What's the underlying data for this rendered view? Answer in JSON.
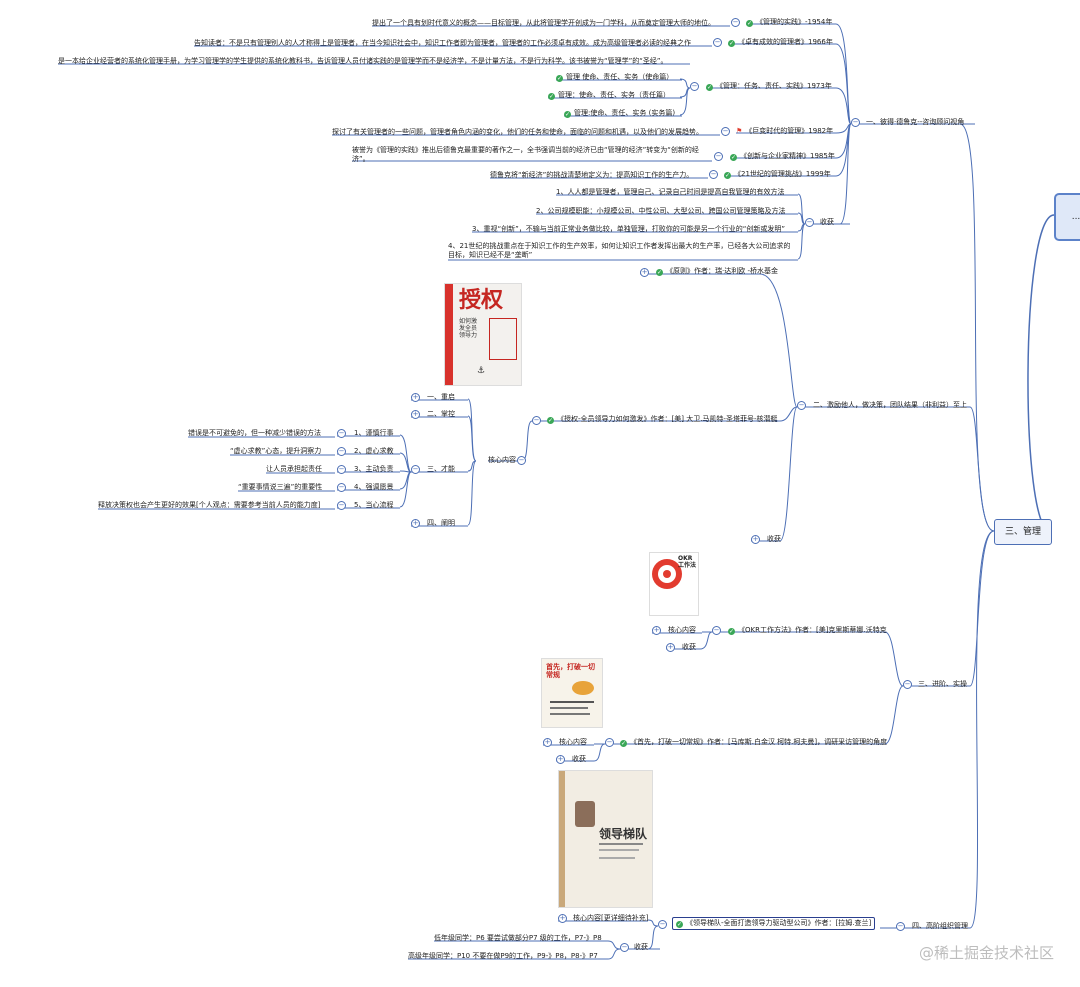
{
  "root_label": "...",
  "main_node": "三、管理",
  "branch1": {
    "label": "一、彼得·德鲁克--咨询顾问视角",
    "books": [
      {
        "title": "《管理的实践》-1954年",
        "note": "提出了一个具有划时代意义的概念——目标管理，从此将管理学开创成为一门学科，从而奠定管理大师的地位。"
      },
      {
        "title": "《卓有成效的管理者》1966年",
        "note": "告知读者：不是只有管理别人的人才称得上是管理者，在当今知识社会中，知识工作者即为管理者，管理者的工作必须卓有成效。成为高级管理者必读的经典之作"
      },
      {
        "title": "《管理：任务、责任、实践》1973年",
        "note": "是一本给企业经营者的系统化管理手册，为学习管理学的学生提供的系统化教科书，告诉管理人员付诸实践的是管理学而不是经济学，不是计量方法，不是行为科学。该书被誉为“管理学”的“圣经”。",
        "sub": [
          "管理 使命、责任、实务（使命篇）",
          "管理：使命、责任、实务（责任篇）",
          "管理:使命、责任、实务 (实务篇)"
        ]
      },
      {
        "title": "《巨变时代的管理》1982年",
        "note": "探讨了有关管理者的一些问题，管理者角色内涵的变化，他们的任务和使命，面临的问题和机遇，以及他们的发展趋势。"
      },
      {
        "title": "《创新与企业家精神》1985年",
        "note": "被誉为《管理的实践》推出后德鲁克最重要的著作之一，全书强调当前的经济已由“管理的经济”转变为“创新的经济”。"
      },
      {
        "title": "《21世纪的管理挑战》1999年",
        "note": "德鲁克将“新经济”的挑战清楚地定义为：提高知识工作的生产力。"
      }
    ],
    "gain_label": "收获",
    "gains": [
      "1、人人都是管理者，管理自己、记录自己时间是提高自我管理的有效方法",
      "2、公司规模职能：小规模公司、中性公司、大型公司、跨国公司管理策略及方法",
      "3、重视“创新”，不输与当前正常业务做比较，单独管理，打败你的可能是另一个行业的“创新或发明”",
      "4、21世纪的挑战重点在于知识工作的生产效率，如何让知识工作者发挥出最大的生产率，已经各大公司追求的目标，知识已经不是“垄断”"
    ]
  },
  "branch2": {
    "label": "二、激励他人，做决策，团队结果（非利益）至上",
    "book1": "《原则》作者：瑞·达利欧 -桥水基金",
    "book2": "《授权-全员领导力如何激发》作者：[美] 大卫.马凯特-圣塔菲号-核潜艇",
    "core_label": "核心内容",
    "parts": [
      "一、重启",
      "二、掌控",
      "三、才能",
      "四、阐明"
    ],
    "talents": [
      "1、谨慎行事",
      "2、虚心求教",
      "3、主动负责",
      "4、强调愿景",
      "5、当心流程"
    ],
    "talent_notes": [
      "错误是不可避免的，但一种减少错误的方法",
      "“虚心求教”心态，提升洞察力",
      "让人员承担起责任",
      "“重要事情说三遍”的重要性",
      "释放决策权也会产生更好的效果[个人观点：需要参考当前人员的能力度]"
    ],
    "gain_label": "收获",
    "cover_title": "授权",
    "cover_sub": "如何激发全员领导力"
  },
  "branch3": {
    "label": "三、进阶、实操",
    "book1": "《OKR工作方法》作者：[美]克里斯蒂娜.沃特克",
    "book2": "《首先，打破一切常规》作者：[马库斯.白金汉 柯特.柯夫曼]，调研采访管理的角度",
    "core_label": "核心内容",
    "gain_label": "收获",
    "okr_cover": "OKR 工作法",
    "first_cover": "首先，打破一切常规"
  },
  "branch4": {
    "label": "四、高阶组织管理",
    "book": "《领导梯队-全面打造领导力驱动型公司》作者：[拉姆.查兰]",
    "core_label": "核心内容[更详细待补充]",
    "gain_label": "收获",
    "gains": [
      "低年级同学：P6 要尝试做部分P7 级的工作，P7-》P8",
      "高级年级同学：P10 不要在做P9的工作，P9-》P8，P8-》P7"
    ],
    "cover_title": "领导梯队"
  },
  "watermark": "@稀土掘金技术社区"
}
